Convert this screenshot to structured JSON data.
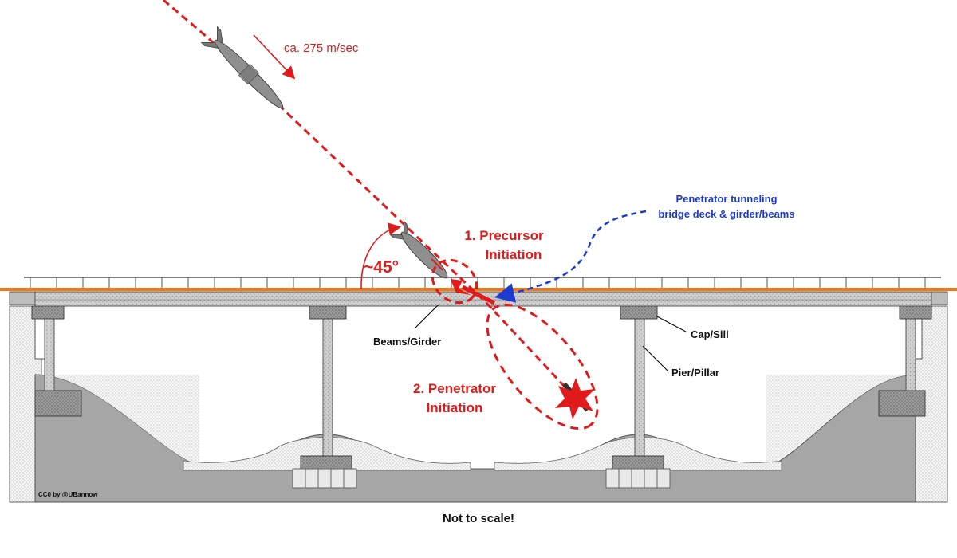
{
  "labels": {
    "speed": "ca. 275 m/sec",
    "angle": "~45°",
    "precursor_line1": "1. Precursor",
    "precursor_line2": "Initiation",
    "penetrator_line1": "2. Penetrator",
    "penetrator_line2": "Initiation",
    "tunneling_line1": "Penetrator tunneling",
    "tunneling_line2": "bridge deck & girder/beams",
    "beams": "Beams/Girder",
    "cap": "Cap/Sill",
    "pier": "Pier/Pillar",
    "credit": "CC0 by @UBannow",
    "footer": "Not to scale!"
  },
  "colors": {
    "trajectory": "#e11b1b",
    "tunneling_arrow": "#1d3bd1",
    "road_surface": "#f07a1a",
    "deck": "#c8c8c8",
    "ground": "#a7a7a7",
    "missile": "#8f8f8f"
  }
}
